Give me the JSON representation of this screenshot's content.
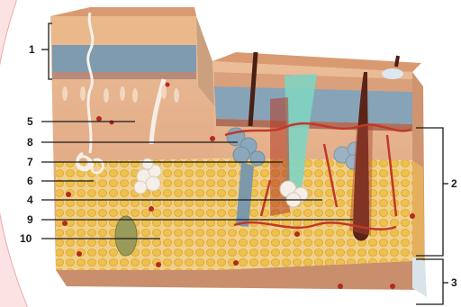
{
  "labels": {
    "left": [
      "1",
      "5",
      "8",
      "7",
      "6",
      "4",
      "9",
      "10"
    ],
    "right": [
      "2",
      "3"
    ]
  },
  "colors": {
    "background": "#ffffff",
    "pink_arc": "#f2a8a8",
    "epidermis_top": "#e9b98c",
    "stratum": "#7f9bb0",
    "dermis": "#e7b48f",
    "fat_lobule": "#f0c84f",
    "hair": "#4a1f14",
    "vessel_red": "#c0392b",
    "gland_blue": "#8aa7bb",
    "leader_line": "#1a1a1a"
  }
}
